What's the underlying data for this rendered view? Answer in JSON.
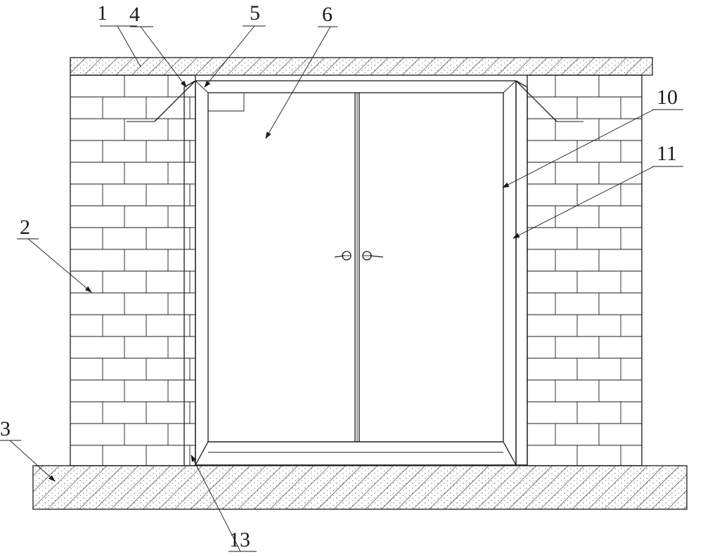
{
  "figure": {
    "labels": {
      "l1": "1",
      "l2": "2",
      "l3": "3",
      "l4": "4",
      "l5": "5",
      "l6": "6",
      "l10": "10",
      "l11": "11",
      "l13": "13"
    }
  }
}
